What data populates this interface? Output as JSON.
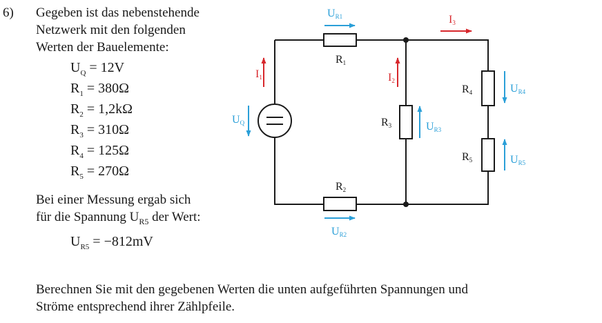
{
  "task": {
    "number": "6)",
    "intro_lines": [
      "Gegeben ist das nebenstehende",
      "Netzwerk mit den folgenden",
      "Werten der Bauelemente:"
    ],
    "values": [
      {
        "sym": "U",
        "sub": "Q",
        "val": " = 12V"
      },
      {
        "sym": "R",
        "sub": "1",
        "val": " = 380Ω"
      },
      {
        "sym": "R",
        "sub": "2",
        "val": " = 1,2kΩ"
      },
      {
        "sym": "R",
        "sub": "3",
        "val": " = 310Ω"
      },
      {
        "sym": "R",
        "sub": "4",
        "val": " = 125Ω"
      },
      {
        "sym": "R",
        "sub": "5",
        "val": " = 270Ω"
      }
    ],
    "measurement_lines": [
      "Bei einer Messung ergab sich",
      "für die Spannung U"
    ],
    "measurement_line2_sub": "R5",
    "measurement_line2_tail": " der Wert:",
    "measurement": {
      "sym": "U",
      "sub": "R5",
      "val": " = −812mV"
    },
    "footer_lines": [
      "Berechnen Sie mit den gegebenen Werten die unten aufgeführten Spannungen und",
      "Ströme entsprechend ihrer Zählpfeile."
    ]
  },
  "circuit": {
    "labels": {
      "UR1": {
        "m": "U",
        "s": "R1"
      },
      "R1": {
        "m": "R",
        "s": "1"
      },
      "I3": {
        "m": "I",
        "s": "3"
      },
      "I1": {
        "m": "I",
        "s": "1"
      },
      "I2": {
        "m": "I",
        "s": "2"
      },
      "R4": {
        "m": "R",
        "s": "4"
      },
      "UR4": {
        "m": "U",
        "s": "R4"
      },
      "UQ": {
        "m": "U",
        "s": "Q"
      },
      "R3": {
        "m": "R",
        "s": "3"
      },
      "UR3": {
        "m": "U",
        "s": "R3"
      },
      "R5": {
        "m": "R",
        "s": "5"
      },
      "UR5": {
        "m": "U",
        "s": "R5"
      },
      "R2": {
        "m": "R",
        "s": "2"
      },
      "UR2": {
        "m": "U",
        "s": "R2"
      }
    },
    "colors": {
      "voltage": "#2a9fd8",
      "current": "#d7272c",
      "wire": "#1a1a1a"
    }
  }
}
